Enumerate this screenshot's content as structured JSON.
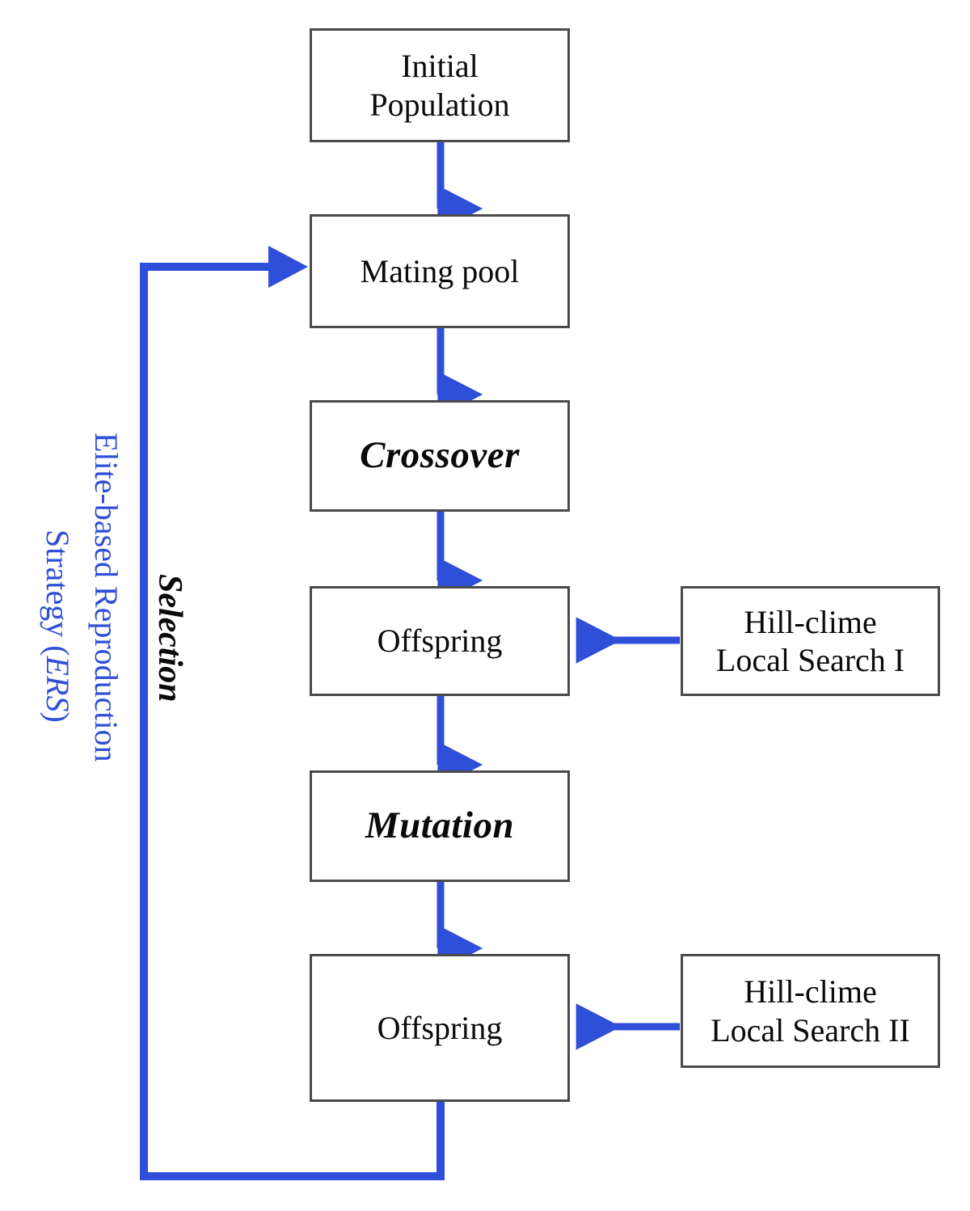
{
  "diagram": {
    "title": "Elite-based Reproduction Strategy genetic algorithm flowchart",
    "accent_color": "#2f4fd8",
    "box_border_color": "#4a4a4a",
    "text_color": "#0a0a0a",
    "background_color": "#ffffff"
  },
  "nodes": {
    "initial_population": {
      "label": "Initial\nPopulation",
      "style": "plain"
    },
    "mating_pool": {
      "label": "Mating pool",
      "style": "plain"
    },
    "crossover": {
      "label": "Crossover",
      "style": "emphasis"
    },
    "offspring_1": {
      "label": "Offspring",
      "style": "plain"
    },
    "mutation": {
      "label": "Mutation",
      "style": "emphasis"
    },
    "offspring_2": {
      "label": "Offspring",
      "style": "plain"
    },
    "hill_clime_1": {
      "label": "Hill-clime\nLocal Search I",
      "style": "plain"
    },
    "hill_clime_2": {
      "label": "Hill-clime\nLocal Search II",
      "style": "plain"
    }
  },
  "annotations": {
    "ers_line1": "Elite-based Reproduction",
    "ers_line2_prefix": "Strategy (",
    "ers_line2_abbr": "ERS",
    "ers_line2_suffix": ")",
    "selection": "Selection"
  },
  "edges": [
    {
      "name": "initial-population-to-mating-pool",
      "from": "initial_population",
      "to": "mating_pool",
      "direction": "down"
    },
    {
      "name": "mating-pool-to-crossover",
      "from": "mating_pool",
      "to": "crossover",
      "direction": "down"
    },
    {
      "name": "crossover-to-offspring-1",
      "from": "crossover",
      "to": "offspring_1",
      "direction": "down"
    },
    {
      "name": "offspring-1-to-mutation",
      "from": "offspring_1",
      "to": "mutation",
      "direction": "down"
    },
    {
      "name": "mutation-to-offspring-2",
      "from": "mutation",
      "to": "offspring_2",
      "direction": "down"
    },
    {
      "name": "hill-clime-1-to-offspring-1",
      "from": "hill_clime_1",
      "to": "offspring_1",
      "direction": "left"
    },
    {
      "name": "hill-clime-2-to-offspring-2",
      "from": "hill_clime_2",
      "to": "offspring_2",
      "direction": "left"
    },
    {
      "name": "offspring-2-to-mating-pool-feedback",
      "from": "offspring_2",
      "to": "mating_pool",
      "direction": "loop-left"
    }
  ]
}
